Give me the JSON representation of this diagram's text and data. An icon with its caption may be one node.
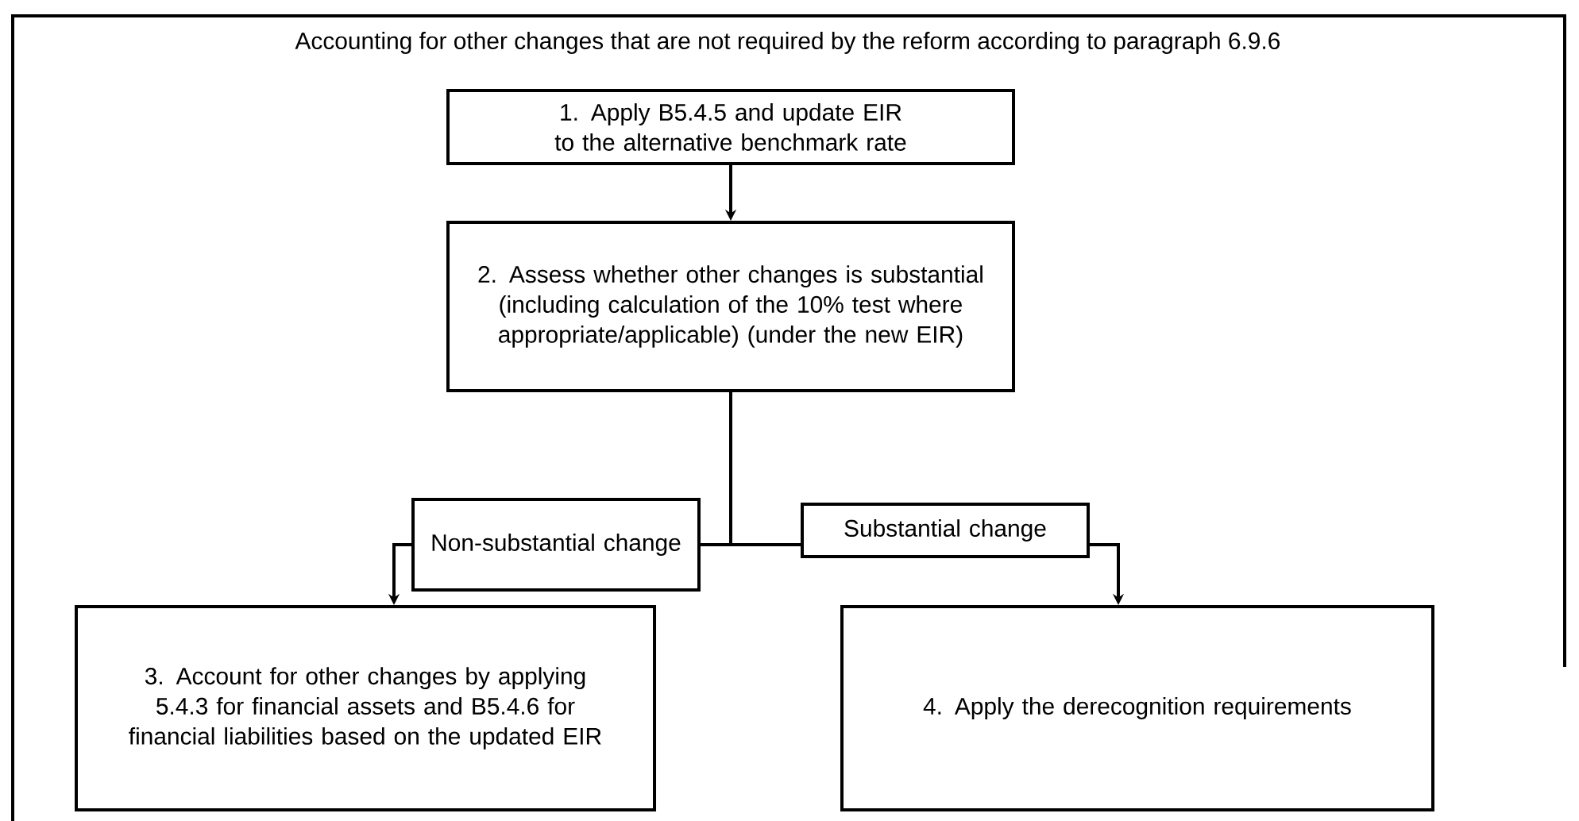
{
  "diagram": {
    "title": "Accounting for other changes that are not required by the reform according to paragraph 6.9.6",
    "nodes": [
      {
        "text": [
          "1. Apply B5.4.5 and update EIR to the alternative benchmark rate"
        ]
      },
      {
        "text": [
          "2. Assess whether other changes is substantial (including calculation of the 10% test where appropriate/applicable) (under the new EIR)"
        ]
      },
      {
        "text": [
          "3. Account for other changes by applying 5.4.3 for financial assets and B5.4.6 for financial liabilities based on the updated EIR"
        ]
      },
      {
        "text": [
          "4. Apply the derecognition requirements"
        ]
      }
    ],
    "edges": [
      {
        "from": 0,
        "to": 1,
        "arrow": "to"
      },
      {
        "from": 1,
        "to": 2,
        "arrow": "to",
        "label": "Non-substantial change"
      },
      {
        "from": 1,
        "to": 3,
        "arrow": "to",
        "label": "Substantial change"
      }
    ]
  }
}
